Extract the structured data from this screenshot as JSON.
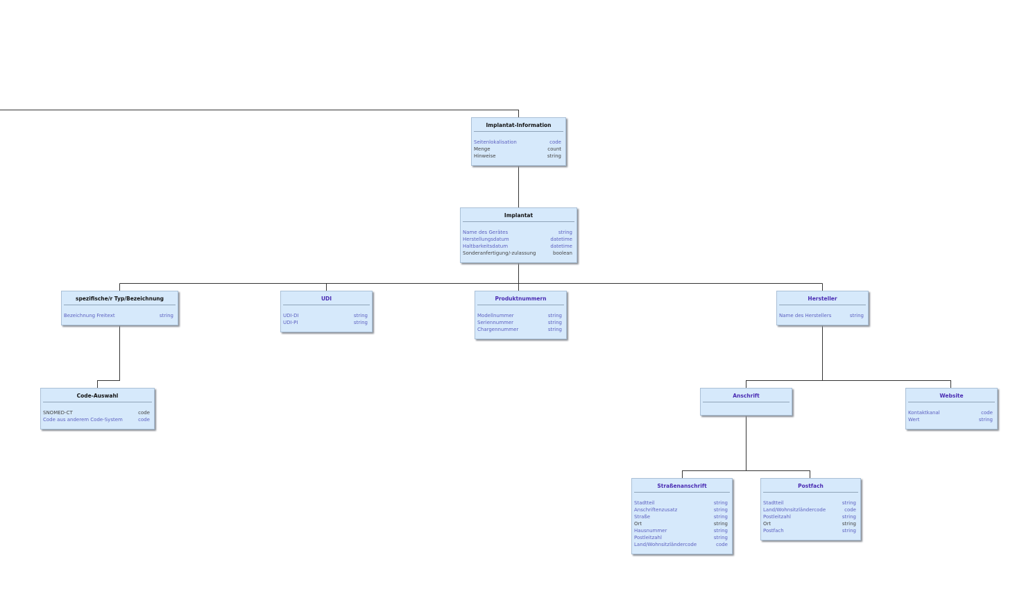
{
  "diagram": {
    "nodes": [
      {
        "id": "implantat-information",
        "title": "Implantat-Information",
        "title_purple": false,
        "rows": [
          {
            "name": "Seitenlokalisation",
            "type": "code",
            "link": true
          },
          {
            "name": "Menge",
            "type": "count",
            "link": false
          },
          {
            "name": "Hinweise",
            "type": "string",
            "link": false
          }
        ]
      },
      {
        "id": "implantat",
        "title": "Implantat",
        "title_purple": false,
        "rows": [
          {
            "name": "Name des Gerätes",
            "type": "string",
            "link": true
          },
          {
            "name": "Herstellungsdatum",
            "type": "datetime",
            "link": true
          },
          {
            "name": "Haltbarkeitsdatum",
            "type": "datetime",
            "link": true
          },
          {
            "name": "Sonderanfertigung/-zulassung",
            "type": "boolean",
            "link": false
          }
        ]
      },
      {
        "id": "typ-bezeichnung",
        "title": "spezifische/r Typ/Bezeichnung",
        "title_purple": false,
        "rows": [
          {
            "name": "Bezeichnung Freitext",
            "type": "string",
            "link": true
          }
        ]
      },
      {
        "id": "udi",
        "title": "UDI",
        "title_purple": true,
        "rows": [
          {
            "name": "UDI-DI",
            "type": "string",
            "link": true
          },
          {
            "name": "UDI-PI",
            "type": "string",
            "link": true
          }
        ]
      },
      {
        "id": "produktnummern",
        "title": "Produktnummern",
        "title_purple": true,
        "rows": [
          {
            "name": "Modellnummer",
            "type": "string",
            "link": true
          },
          {
            "name": "Seriennummer",
            "type": "string",
            "link": true
          },
          {
            "name": "Chargennummer",
            "type": "string",
            "link": true
          }
        ]
      },
      {
        "id": "hersteller",
        "title": "Hersteller",
        "title_purple": true,
        "rows": [
          {
            "name": "Name des Herstellers",
            "type": "string",
            "link": true
          }
        ]
      },
      {
        "id": "code-auswahl",
        "title": "Code-Auswahl",
        "title_purple": false,
        "rows": [
          {
            "name": "SNOMED-CT",
            "type": "code",
            "link": false
          },
          {
            "name": "Code aus anderem Code-System",
            "type": "code",
            "link": true
          }
        ]
      },
      {
        "id": "anschrift",
        "title": "Anschrift",
        "title_purple": true,
        "rows": []
      },
      {
        "id": "website",
        "title": "Website",
        "title_purple": true,
        "rows": [
          {
            "name": "Kontaktkanal",
            "type": "code",
            "link": true
          },
          {
            "name": "Wert",
            "type": "string",
            "link": true
          }
        ]
      },
      {
        "id": "strassenanschrift",
        "title": "Straßenanschrift",
        "title_purple": true,
        "rows": [
          {
            "name": "Stadtteil",
            "type": "string",
            "link": true
          },
          {
            "name": "Anschriftenzusatz",
            "type": "string",
            "link": true
          },
          {
            "name": "Straße",
            "type": "string",
            "link": true
          },
          {
            "name": "Ort",
            "type": "string",
            "link": false
          },
          {
            "name": "Hausnummer",
            "type": "string",
            "link": true
          },
          {
            "name": "Postleitzahl",
            "type": "string",
            "link": true
          },
          {
            "name": "Land/Wohnsitzländercode",
            "type": "code",
            "link": true
          }
        ]
      },
      {
        "id": "postfach",
        "title": "Postfach",
        "title_purple": true,
        "rows": [
          {
            "name": "Stadtteil",
            "type": "string",
            "link": true
          },
          {
            "name": "Land/Wohnsitzländercode",
            "type": "code",
            "link": true
          },
          {
            "name": "Postleitzahl",
            "type": "string",
            "link": true
          },
          {
            "name": "Ort",
            "type": "string",
            "link": false
          },
          {
            "name": "Postfach",
            "type": "string",
            "link": true
          }
        ]
      }
    ]
  }
}
